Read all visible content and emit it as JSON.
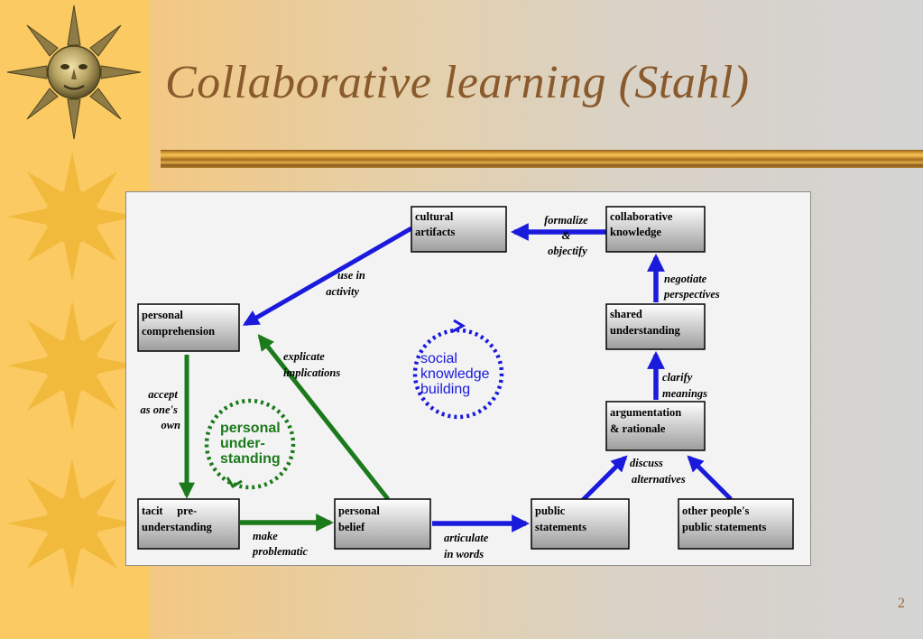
{
  "title": "Collaborative learning (Stahl)",
  "page_number": "2",
  "colors": {
    "edge_blue": "#1a1adc",
    "edge_green": "#1b7a1b",
    "title_brown": "#8a5a2c"
  },
  "diagram": {
    "nodes": {
      "cultural_artifacts": [
        "cultural",
        "artifacts"
      ],
      "collaborative_knowledge": [
        "collaborative",
        "knowledge"
      ],
      "personal_comprehension": [
        "personal",
        "comprehension"
      ],
      "shared_understanding": [
        "shared",
        "understanding"
      ],
      "argumentation_rationale": [
        "argumentation",
        "& rationale"
      ],
      "tacit_preunderstanding": [
        "tacit     pre-",
        "understanding"
      ],
      "personal_belief": [
        "personal",
        "belief"
      ],
      "public_statements": [
        "public",
        "statements"
      ],
      "other_public_statements": [
        "other people's",
        "public statements"
      ]
    },
    "edge_labels": {
      "formalize": [
        "formalize",
        "&",
        "objectify"
      ],
      "use_in_activity": [
        "use in",
        "activity"
      ],
      "negotiate": [
        "negotiate",
        "perspectives"
      ],
      "explicate": [
        "explicate",
        "implications"
      ],
      "clarify": [
        "clarify",
        "meanings"
      ],
      "accept": [
        "accept",
        "as one's",
        "own"
      ],
      "discuss": [
        "discuss",
        "alternatives"
      ],
      "make_problematic": [
        "make",
        "problematic"
      ],
      "articulate": [
        "articulate",
        "in words"
      ]
    },
    "cycles": {
      "social": [
        "social",
        "knowledge",
        "building"
      ],
      "personal": [
        "personal",
        "under-",
        "standing"
      ]
    }
  }
}
